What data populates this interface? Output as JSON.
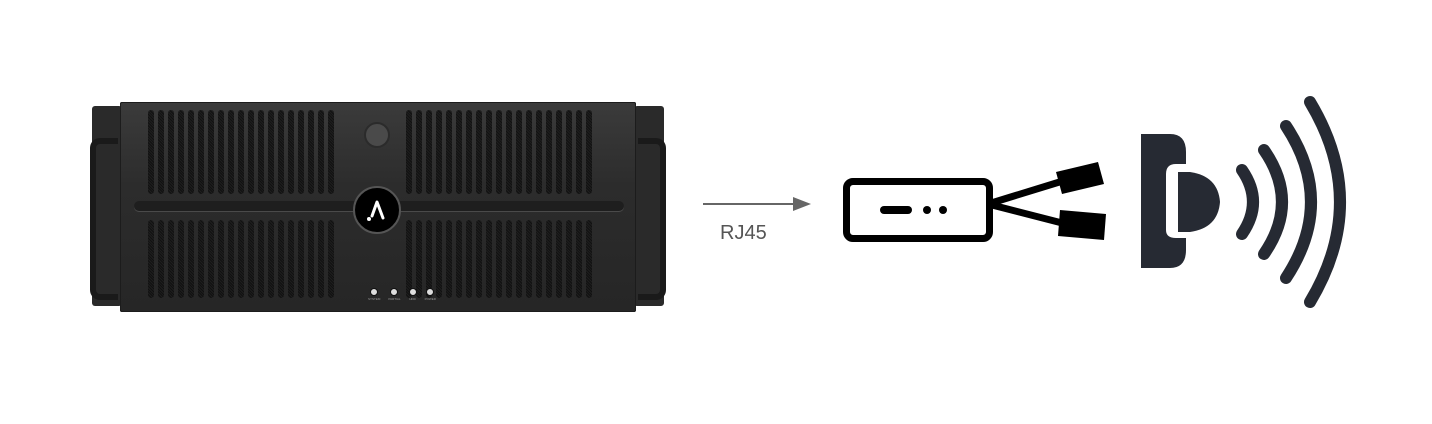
{
  "diagram": {
    "nodes": [
      {
        "id": "server",
        "type": "rack-server",
        "description": "4U rack-mount server with front ventilation grilles, central logo badge and key lock",
        "led_labels": [
          "SYSTEM",
          "PARTIAL",
          "HDD",
          "POWER"
        ]
      },
      {
        "id": "converter",
        "type": "network-adapter",
        "description": "Adapter box with two split cable connectors"
      },
      {
        "id": "speaker",
        "type": "broadcast-speaker",
        "description": "Speaker emitting sound waves"
      }
    ],
    "edges": [
      {
        "from": "server",
        "to": "converter",
        "label": "RJ45"
      }
    ],
    "connection_label": "RJ45"
  },
  "colors": {
    "arrow": "#666666",
    "label": "#555555",
    "icon_black": "#000000",
    "speaker": "#262a33",
    "server_body": "#2c2c2c"
  }
}
